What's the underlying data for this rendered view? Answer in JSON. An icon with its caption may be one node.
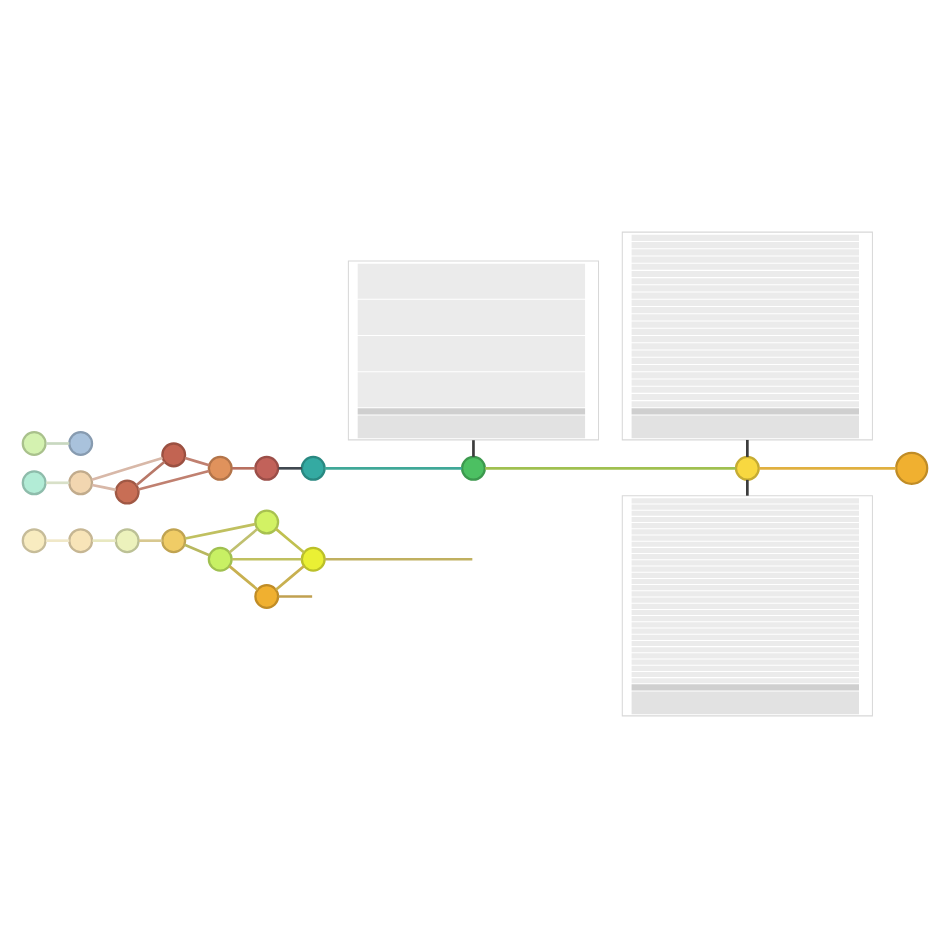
{
  "diagram": {
    "nodes": [
      {
        "text": [],
        "shape": "picture"
      },
      {
        "text": [],
        "shape": "picture"
      },
      {
        "text": [],
        "shape": "circle"
      },
      {
        "text": [],
        "shape": "circle"
      },
      {
        "text": [],
        "shape": "circle"
      },
      {
        "text": [],
        "shape": "circle"
      },
      {
        "text": [],
        "shape": "circle"
      },
      {
        "text": [],
        "shape": "circle"
      },
      {
        "text": [],
        "shape": "circle"
      },
      {
        "text": [],
        "shape": "circle"
      },
      {
        "text": [],
        "shape": "circle"
      },
      {
        "text": [],
        "shape": "circle"
      },
      {
        "text": [],
        "shape": "circle"
      },
      {
        "text": [],
        "shape": "circle"
      },
      {
        "text": [],
        "shape": "picture"
      },
      {
        "text": [],
        "shape": "circle"
      },
      {
        "text": [],
        "shape": "circle"
      },
      {
        "text": [],
        "shape": "circle"
      },
      {
        "text": [],
        "shape": "circle"
      },
      {
        "text": [],
        "shape": "circle"
      },
      {
        "text": [],
        "shape": "circle"
      },
      {
        "text": [],
        "shape": "circle"
      },
      {
        "text": [],
        "shape": "circle"
      }
    ],
    "edges": [
      {
        "from": 2,
        "to": 3,
        "arrow": "none",
        "color": "#c8d8c0"
      },
      {
        "from": 4,
        "to": 5,
        "arrow": "none",
        "color": "#d8e0c8"
      },
      {
        "from": 5,
        "to": 6,
        "arrow": "none",
        "color": "#d8b8a8"
      },
      {
        "from": 5,
        "to": 7,
        "arrow": "none",
        "color": "#d8b8a8"
      },
      {
        "from": 6,
        "to": 7,
        "arrow": "none",
        "color": "#b87868"
      },
      {
        "from": 6,
        "to": 8,
        "arrow": "none",
        "color": "#c08070"
      },
      {
        "from": 7,
        "to": 8,
        "arrow": "none",
        "color": "#c08070"
      },
      {
        "from": 8,
        "to": 9,
        "arrow": "none",
        "color": "#b87060"
      },
      {
        "from": 9,
        "to": 10,
        "arrow": "none",
        "color": "#404850"
      },
      {
        "from": 10,
        "to": 11,
        "arrow": "none",
        "color": "#40a898"
      },
      {
        "from": 11,
        "to": 12,
        "arrow": "none",
        "color": "#a0c050"
      },
      {
        "from": 12,
        "to": 13,
        "arrow": "none",
        "color": "#e0b040"
      },
      {
        "from": 0,
        "to": 11,
        "arrow": "none",
        "color": "#3c3c3c"
      },
      {
        "from": 1,
        "to": 12,
        "arrow": "none",
        "color": "#3c3c3c"
      },
      {
        "from": 14,
        "to": 12,
        "arrow": "none",
        "color": "#3c3c3c"
      },
      {
        "from": 15,
        "to": 16,
        "arrow": "none",
        "color": "#f0e8c8"
      },
      {
        "from": 16,
        "to": 17,
        "arrow": "none",
        "color": "#e8e8c0"
      },
      {
        "from": 17,
        "to": 18,
        "arrow": "none",
        "color": "#d8c890"
      },
      {
        "from": 18,
        "to": 19,
        "arrow": "none",
        "color": "#b8b860"
      },
      {
        "from": 18,
        "to": 21,
        "arrow": "none",
        "color": "#c0c060"
      },
      {
        "from": 19,
        "to": 21,
        "arrow": "none",
        "color": "#c0c070"
      },
      {
        "from": 19,
        "to": 20,
        "arrow": "none",
        "color": "#c8b050"
      },
      {
        "from": 19,
        "to": 22,
        "arrow": "none",
        "color": "#c0c060"
      },
      {
        "from": 21,
        "to": 22,
        "arrow": "none",
        "color": "#c0c050"
      },
      {
        "from": 20,
        "to": 22,
        "arrow": "none",
        "color": "#c8b050"
      },
      {
        "from": 20,
        "to": null,
        "arrow": "none",
        "color": "#c0a050"
      },
      {
        "from": 22,
        "to": null,
        "arrow": "none",
        "color": "#c0b060"
      }
    ]
  }
}
